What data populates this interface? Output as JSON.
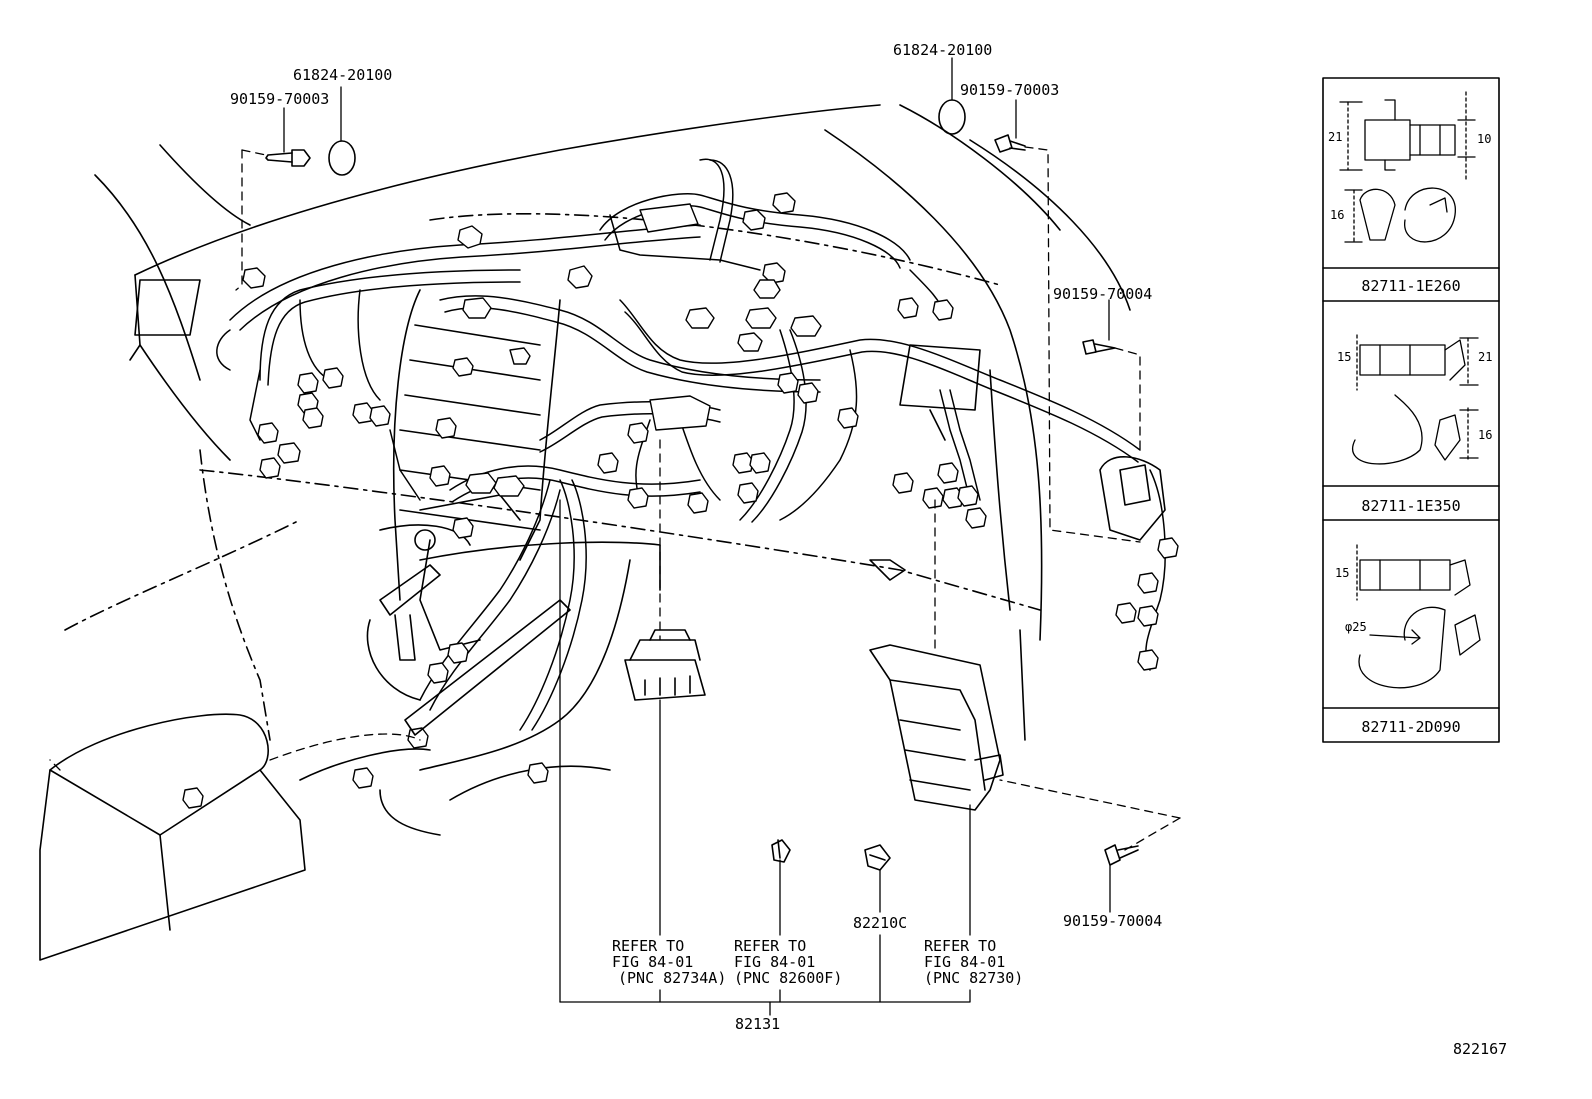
{
  "diagram_id": "822167",
  "parts": {
    "cap_left": "61824-20100",
    "bolt_left": "90159-70003",
    "cap_right": "61824-20100",
    "bolt_right": "90159-70003",
    "screw_right": "90159-70004",
    "screw_bottom": "90159-70004",
    "harness": "82131",
    "clamp_part": "82210C"
  },
  "references": [
    {
      "line1": "REFER TO",
      "line2": "FIG 84-01",
      "line3": "(PNC 82734A)"
    },
    {
      "line1": "REFER TO",
      "line2": "FIG 84-01",
      "line3": "(PNC 82600F)"
    },
    {
      "line1": "REFER TO",
      "line2": "FIG 84-01",
      "line3": "(PNC 82730)"
    }
  ],
  "clamp_details": [
    {
      "part": "82711-1E260",
      "dims": [
        "21",
        "10",
        "16"
      ]
    },
    {
      "part": "82711-1E350",
      "dims": [
        "15",
        "21",
        "16"
      ]
    },
    {
      "part": "82711-2D090",
      "dims": [
        "15",
        "φ25"
      ]
    }
  ],
  "colors": {
    "line": "#000000",
    "background": "#ffffff"
  }
}
